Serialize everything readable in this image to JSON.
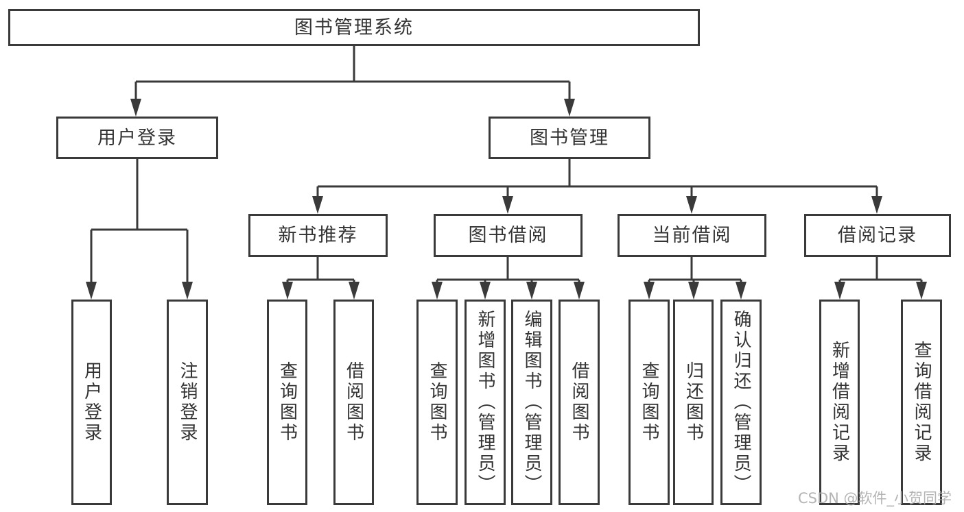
{
  "diagram": {
    "root": {
      "label": "图书管理系统"
    },
    "branches": [
      {
        "label": "用户登录",
        "children": [
          {
            "label": "用户登录"
          },
          {
            "label": "注销登录"
          }
        ]
      },
      {
        "label": "图书管理",
        "children": [
          {
            "label": "新书推荐",
            "children": [
              {
                "label": "查询图书"
              },
              {
                "label": "借阅图书"
              }
            ]
          },
          {
            "label": "图书借阅",
            "children": [
              {
                "label": "查询图书"
              },
              {
                "label": "新增图书（管理员）"
              },
              {
                "label": "编辑图书（管理员）"
              },
              {
                "label": "借阅图书"
              }
            ]
          },
          {
            "label": "当前借阅",
            "children": [
              {
                "label": "查询图书"
              },
              {
                "label": "归还图书"
              },
              {
                "label": "确认归还（管理员）"
              }
            ]
          },
          {
            "label": "借阅记录",
            "children": [
              {
                "label": "新增借阅记录"
              },
              {
                "label": "查询借阅记录"
              }
            ]
          }
        ]
      }
    ]
  },
  "watermark": {
    "text": "CSDN @软件_小贺同学"
  },
  "colors": {
    "line": "#3a3a3a",
    "text": "#333333",
    "background": "#ffffff",
    "watermark": "#acacac"
  }
}
